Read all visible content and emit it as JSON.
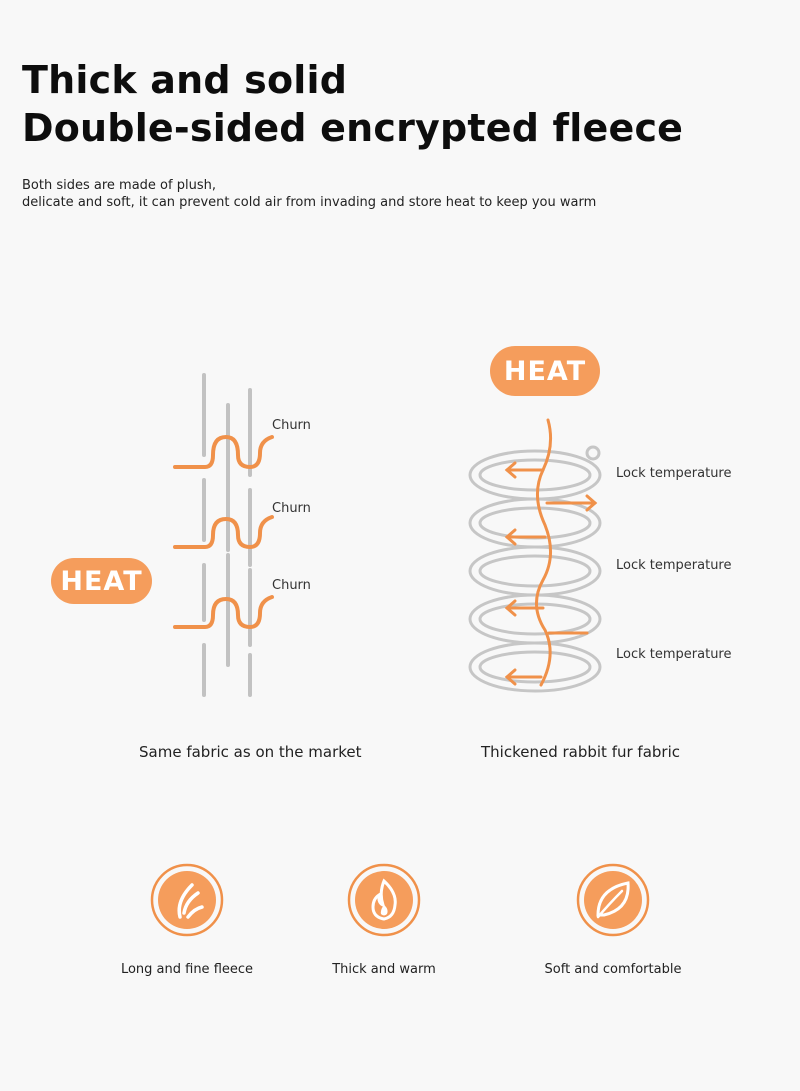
{
  "heading": {
    "line1": "Thick and solid",
    "line2": "Double-sided encrypted fleece"
  },
  "description": {
    "line1": "Both sides are made of plush,",
    "line2": "delicate and soft, it can prevent cold air from invading and store heat to keep you warm"
  },
  "left_diagram": {
    "heat_label": "HEAT",
    "labels": [
      "Churn",
      "Churn",
      "Churn"
    ],
    "caption": "Same fabric as on the market"
  },
  "right_diagram": {
    "heat_label": "HEAT",
    "labels": [
      "Lock temperature",
      "Lock temperature",
      "Lock temperature"
    ],
    "caption": "Thickened rabbit fur fabric"
  },
  "features": [
    {
      "icon": "feather-icon",
      "label": "Long and fine fleece"
    },
    {
      "icon": "flame-icon",
      "label": "Thick and warm"
    },
    {
      "icon": "leaf-icon",
      "label": "Soft and comfortable"
    }
  ],
  "colors": {
    "accent": "#f59d5c",
    "fiber_gray": "#bdbdbd",
    "background": "#f8f8f8"
  }
}
